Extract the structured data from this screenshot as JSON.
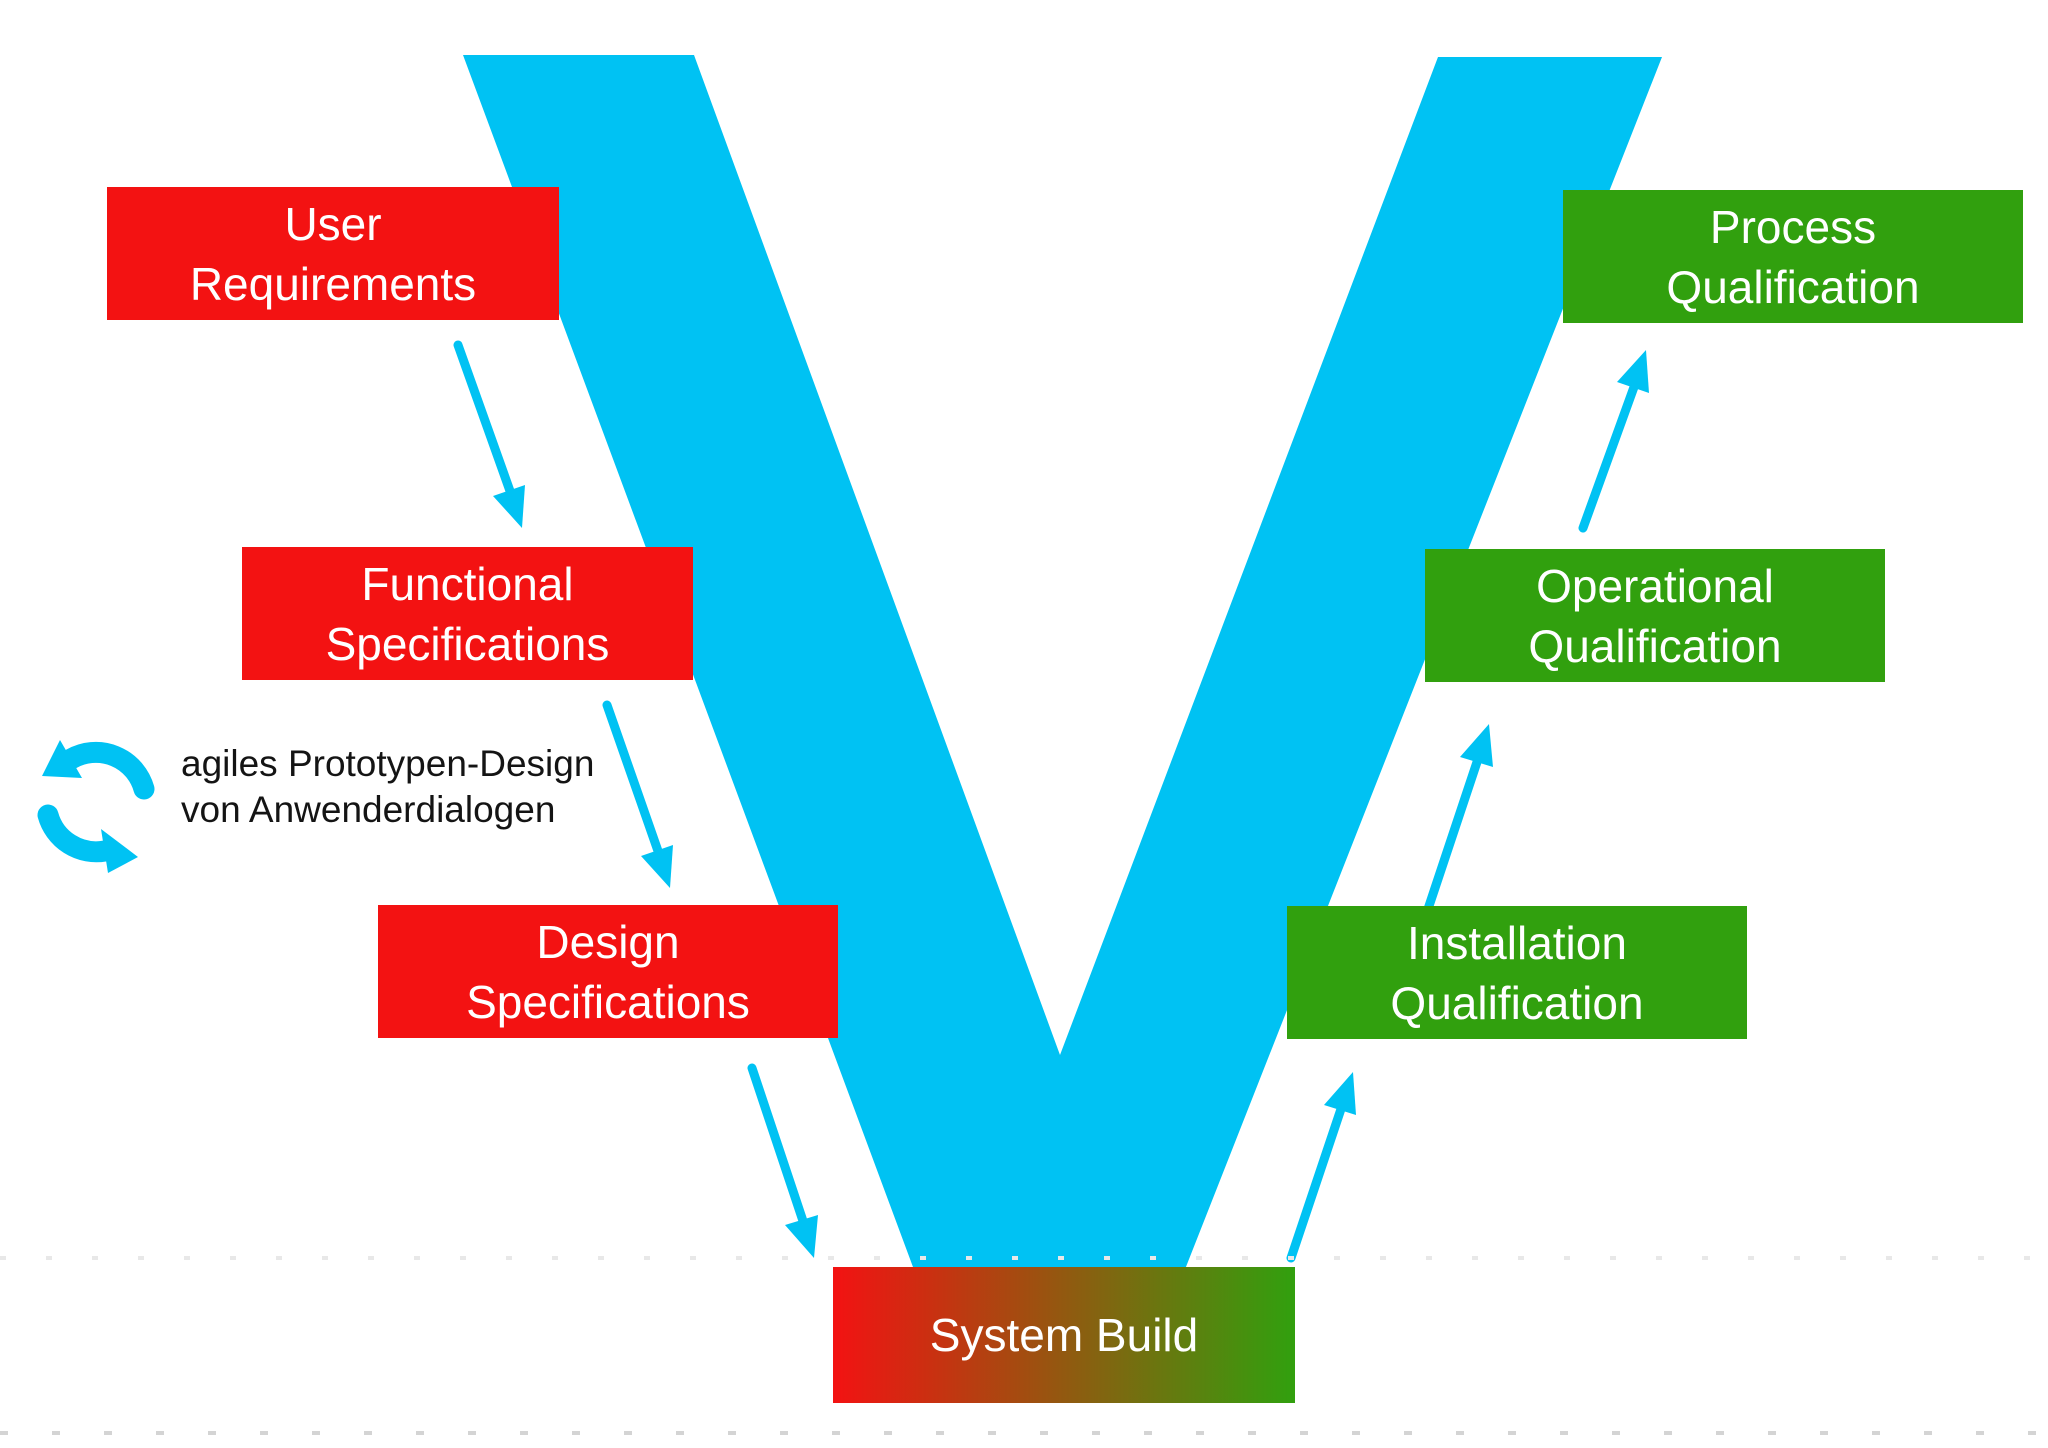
{
  "diagram": {
    "type": "v-model-diagram",
    "colors": {
      "canvas": "#FFFFFF",
      "cyan": "#00C2F3",
      "red": "#F31212",
      "green": "#31A00E",
      "label-text": "#FFFFFF",
      "annotation-text": "#141414",
      "dots": "#D4D4D4",
      "dots-faint": "#E8E8E8"
    },
    "boxes": {
      "user_requirements": {
        "line1": "User",
        "line2": "Requirements"
      },
      "functional_specifications": {
        "line1": "Functional",
        "line2": "Specifications"
      },
      "design_specifications": {
        "line1": "Design",
        "line2": "Specifications"
      },
      "system_build": {
        "label": "System Build"
      },
      "installation_qualification": {
        "line1": "Installation",
        "line2": "Qualification"
      },
      "operational_qualification": {
        "line1": "Operational",
        "line2": "Qualification"
      },
      "process_qualification": {
        "line1": "Process",
        "line2": "Qualification"
      }
    },
    "annotation": {
      "line1": "agiles Prototypen-Design",
      "line2": "von Anwenderdialogen"
    },
    "icons": {
      "cycle": "cycle-arrows-icon"
    }
  }
}
